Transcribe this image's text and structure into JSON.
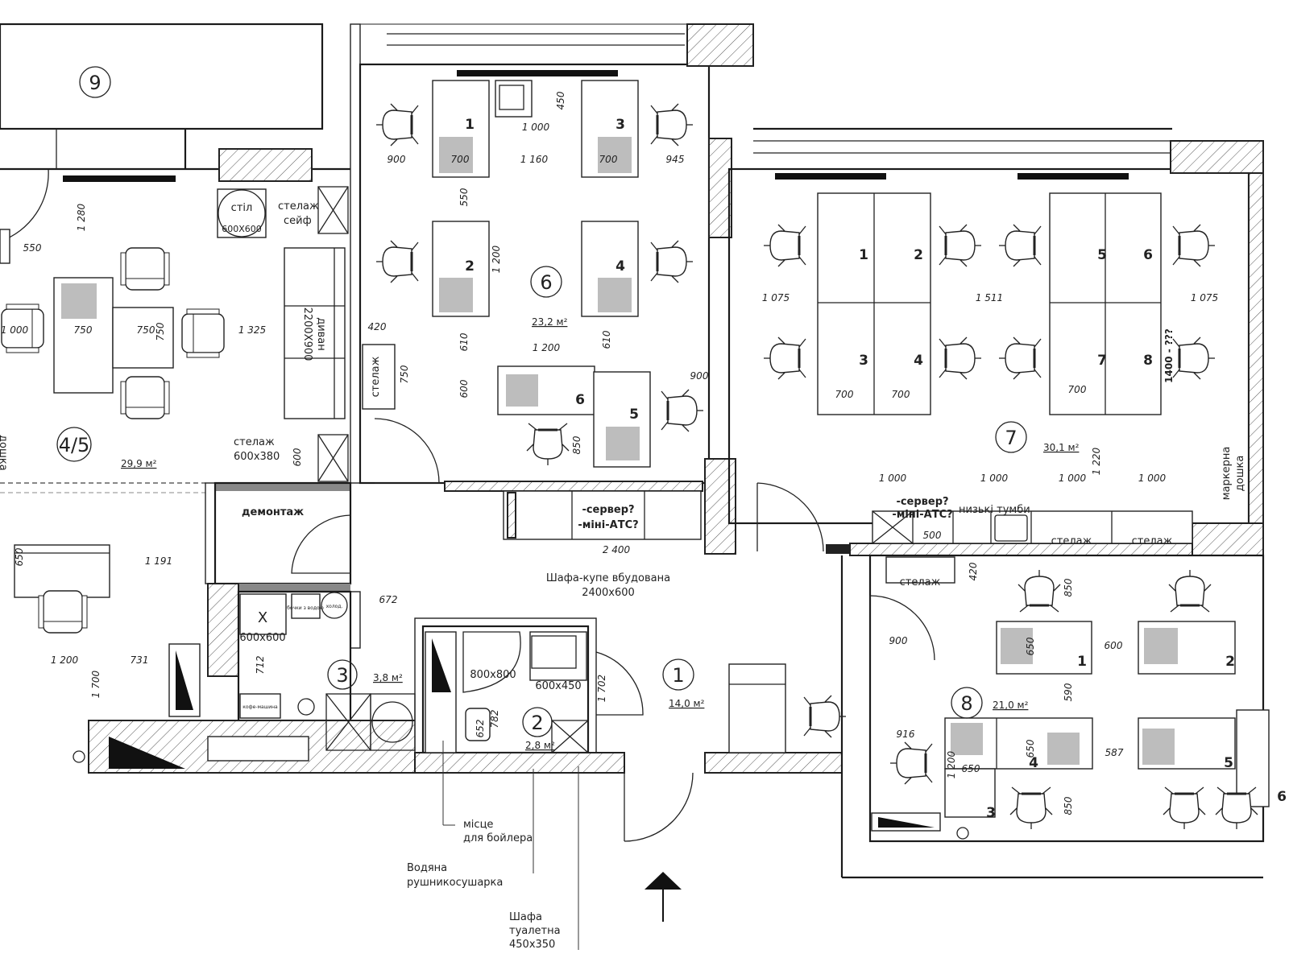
{
  "rooms": {
    "r9": {
      "number": "9"
    },
    "r45": {
      "number": "4/5",
      "area": "29,9 м²"
    },
    "r6": {
      "number": "6",
      "area": "23,2 м²"
    },
    "r7": {
      "number": "7",
      "area": "30,1 м²"
    },
    "r3": {
      "number": "3",
      "area": "3,8 м²"
    },
    "r2": {
      "number": "2",
      "area": "2,8 м²"
    },
    "r1": {
      "number": "1",
      "area": "14,0 м²"
    },
    "r8": {
      "number": "8",
      "area": "21,0 м²"
    }
  },
  "labels": {
    "shelf_safe_1": "стелаж",
    "shelf_safe_2": "сейф",
    "table_1": "стіл",
    "table_2": "600X600",
    "sofa_1": "диван",
    "sofa_2": "2200X900",
    "shelf600_1": "стелаж",
    "shelf600_2": "600x380",
    "board_left": "дошка",
    "dismantle": "демонтаж",
    "shelf_r6": "стелаж",
    "server_1": "-сервер?",
    "server_2": "-міні-АТС?",
    "wardrobe_1": "Шафа-купе вбудована",
    "wardrobe_2": "2400x600",
    "x_mark": "X",
    "x_size": "600x600",
    "barrels": "бочки з водою",
    "fridge": "холод.",
    "coffee": "кофе-машина",
    "shower": "800x800",
    "sink": "600x450",
    "low_cabinets": "низькі тумби",
    "server7_1": "-сервер?",
    "server7_2": "-міні-АТС?",
    "shelf7_a": "стелаж",
    "shelf7_b": "стелаж",
    "marker_1": "маркерна",
    "marker_2": "дошка",
    "shelf8": "стелаж",
    "boiler_1": "місце",
    "boiler_2": "для бойлера",
    "towel_1": "Водяна",
    "towel_2": "рушникосушарка",
    "cabinet_1": "Шафа",
    "cabinet_2": "туалетна",
    "cabinet_3": "450x350",
    "unknown": "1400 - ???"
  },
  "desks": {
    "r6": [
      "1",
      "2",
      "3",
      "4",
      "5",
      "6"
    ],
    "r7": [
      "1",
      "2",
      "3",
      "4",
      "5",
      "6",
      "7",
      "8"
    ],
    "r8": [
      "1",
      "2",
      "3",
      "4",
      "5",
      "6"
    ]
  },
  "dims": [
    "450",
    "1 000",
    "900",
    "700",
    "1 160",
    "700",
    "945",
    "550",
    "1 200",
    "610",
    "610",
    "1 200",
    "600",
    "900",
    "850",
    "420",
    "750",
    "1 280",
    "550",
    "1 000",
    "750",
    "750",
    "750",
    "1 325",
    "600",
    "650",
    "1 191",
    "1 200",
    "1 700",
    "731",
    "712",
    "672",
    "2 400",
    "652",
    "782",
    "1 702",
    "1 075",
    "1 511",
    "1 075",
    "700",
    "700",
    "700",
    "1 220",
    "1 000",
    "1 000",
    "1 000",
    "1 000",
    "500",
    "420",
    "850",
    "900",
    "600",
    "650",
    "590",
    "916",
    "650",
    "587",
    "1 200",
    "650",
    "850"
  ]
}
